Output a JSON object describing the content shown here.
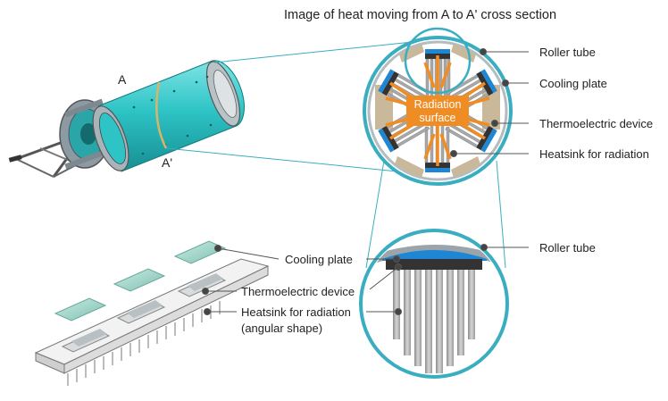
{
  "title": "Image of heat moving from A to A' cross section",
  "marker_a": "A",
  "marker_a_prime": "A'",
  "radiation_surface": [
    "Radiation",
    "surface"
  ],
  "cross_section_labels": {
    "roller_tube": "Roller tube",
    "cooling_plate": "Cooling plate",
    "thermoelectric_device": "Thermoelectric device",
    "heatsink": "Heatsink for radiation"
  },
  "detail_labels": {
    "roller_tube": "Roller tube"
  },
  "assembly_labels": {
    "cooling_plate": "Cooling plate",
    "thermoelectric_device": "Thermoelectric device",
    "heatsink_line1": "Heatsink for radiation",
    "heatsink_line2": "(angular shape)"
  },
  "colors": {
    "tube": "#2ec4c6",
    "ring": "#3aaec0",
    "arrow": "#f08c24",
    "cooling_plate": "#1f86d4",
    "device": "#333333",
    "heatsink": "#a8a8a8",
    "panel": "#c9b99a"
  }
}
